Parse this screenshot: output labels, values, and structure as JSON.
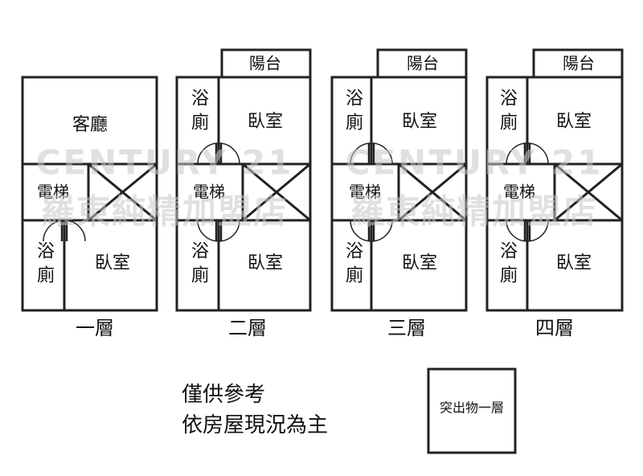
{
  "watermark": {
    "line1": "CENTURY 21",
    "line2": "羅東純精加盟店"
  },
  "floors": [
    {
      "name": "一層",
      "rooms": {
        "living": "客廳",
        "elevator": "電梯",
        "bath": "浴廁",
        "bedroom": "臥室"
      }
    },
    {
      "name": "二層",
      "rooms": {
        "balcony": "陽台",
        "bath_top": "浴廁",
        "bedroom_top": "臥室",
        "elevator": "電梯",
        "bath_bottom": "浴廁",
        "bedroom_bottom": "臥室"
      }
    },
    {
      "name": "三層",
      "rooms": {
        "balcony": "陽台",
        "bath_top": "浴廁",
        "bedroom_top": "臥室",
        "elevator": "電梯",
        "bath_bottom": "浴廁",
        "bedroom_bottom": "臥室"
      }
    },
    {
      "name": "四層",
      "rooms": {
        "balcony": "陽台",
        "bath_top": "浴廁",
        "bedroom_top": "臥室",
        "elevator": "電梯",
        "bath_bottom": "浴廁",
        "bedroom_bottom": "臥室"
      }
    }
  ],
  "notes": {
    "line1": "僅供參考",
    "line2": "依房屋現況為主"
  },
  "annex_label": "突出物一層"
}
